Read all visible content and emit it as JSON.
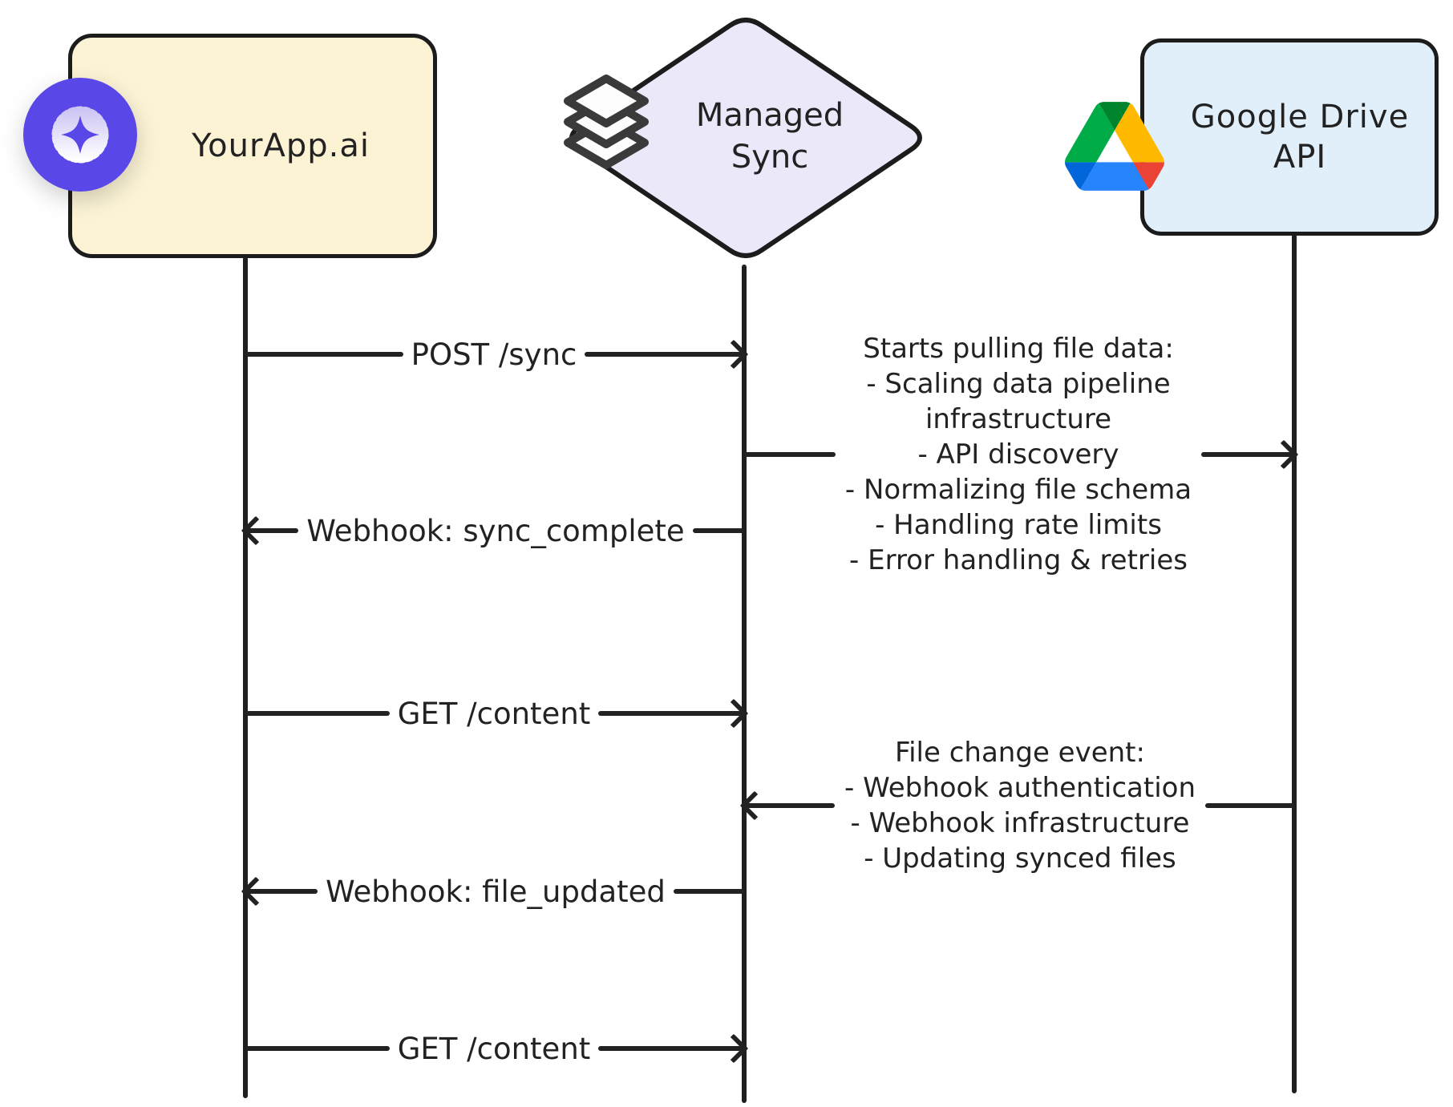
{
  "actors": {
    "yourapp": {
      "label": "YourApp.ai",
      "fill": "#FBF3D4",
      "badge_color": "#5A47E8"
    },
    "managed_sync": {
      "label": "Managed Sync",
      "fill": "#EBE8FA"
    },
    "google_drive": {
      "label": "Google Drive API",
      "fill": "#E0EFFA"
    }
  },
  "messages": {
    "post_sync": "POST /sync",
    "sync_complete": "Webhook: sync_complete",
    "get_content_1": "GET /content",
    "file_updated": "Webhook: file_updated",
    "get_content_2": "GET /content"
  },
  "notes": {
    "pull_file_data": {
      "lines": [
        "Starts pulling file data:",
        "- Scaling data pipeline",
        "infrastructure",
        "- API discovery",
        "- Normalizing file schema",
        "- Handling rate limits",
        "- Error handling & retries"
      ]
    },
    "file_change": {
      "lines": [
        "File change event:",
        "- Webhook authentication",
        "- Webhook infrastructure",
        "- Updating synced files"
      ]
    }
  },
  "colors": {
    "stroke": "#222222",
    "badge_purple": "#5A47E8",
    "drive_logo": [
      "#0066DA",
      "#00AC47",
      "#EA4335",
      "#00832D",
      "#2684FC",
      "#FFBA00"
    ]
  }
}
